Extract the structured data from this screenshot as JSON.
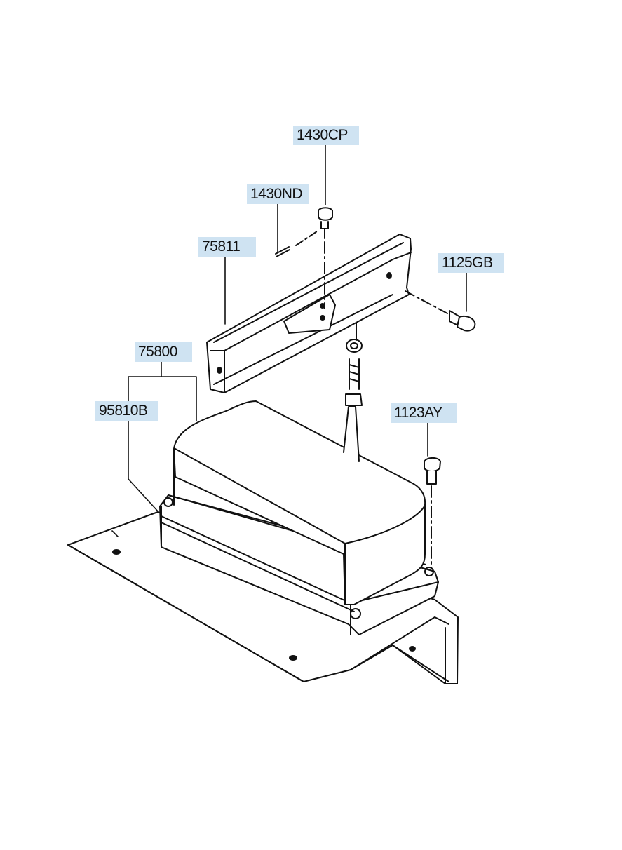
{
  "parts": {
    "p_1430cp": "1430CP",
    "p_1430nd": "1430ND",
    "p_75811": "75811",
    "p_1125gb": "1125GB",
    "p_75800": "75800",
    "p_95810b": "95810B",
    "p_1123ay": "1123AY"
  },
  "colors": {
    "label_background": "#cfe3f2",
    "line": "#111111"
  }
}
